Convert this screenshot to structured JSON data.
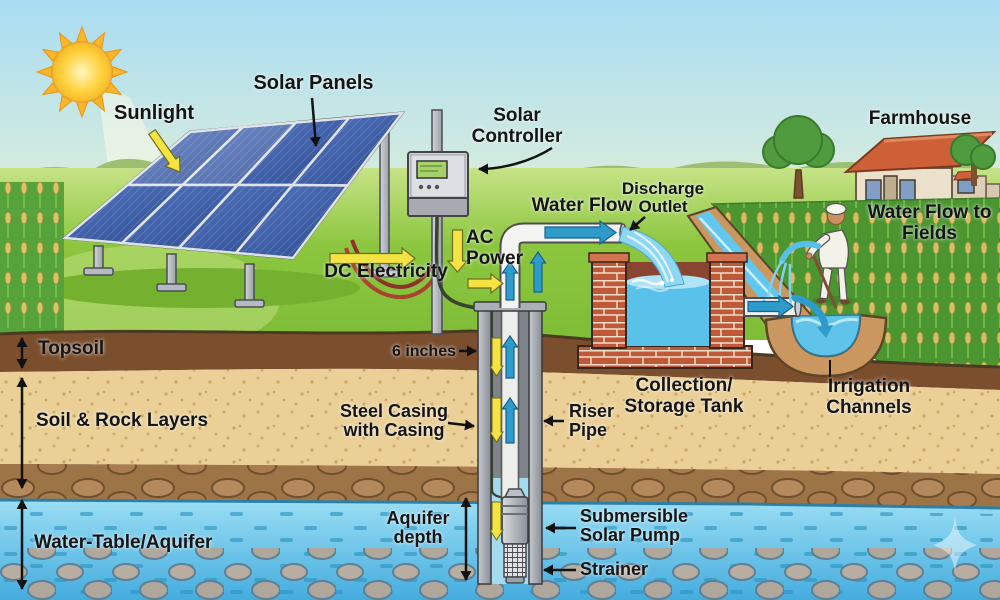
{
  "labels": {
    "sunlight": "Sunlight",
    "solar_panels": "Solar Panels",
    "solar_controller": "Solar Controller",
    "dc_electricity": "DC Electricity",
    "ac_power": "AC Power",
    "water_flow": "Water Flow",
    "discharge_outlet": "Discharge Outlet",
    "farmhouse": "Farmhouse",
    "water_flow_to_fields": "Water Flow to Fields",
    "topsoil": "Topsoil",
    "soil_rock_layers": "Soil & Rock Layers",
    "six_inches": "6 inches",
    "steel_casing": "Steel Casing with Casing",
    "riser_pipe": "Riser Pipe",
    "collection_storage_tank": "Collection/ Storage Tank",
    "irrigation_channels": "Irrigation Channels",
    "aquifer_depth": "Aquifer depth",
    "submersible_solar_pump": "Submersible Solar Pump",
    "strainer": "Strainer",
    "water_table_aquifer": "Water-Table/Aquifer"
  },
  "colors": {
    "sky_top": "#A9DCF2",
    "sky_horizon": "#F8F2CF",
    "sun": "#FFD23E",
    "grass": "#8CC63F",
    "crop_green": "#4C9632",
    "wheat_gold": "#D9C36A",
    "topsoil_brown": "#7B4F2E",
    "sand_tan": "#EAD097",
    "rock_band": "#9C7446",
    "aquifer_blue": "#5BC0E8",
    "brick_red": "#C0583A",
    "panel_blue": "#3D5FA8",
    "pipe_white": "#F3F3F1",
    "casing_gray": "#9BA0A6",
    "arrow_yellow": "#F5E342",
    "arrow_blue": "#2E9BCB",
    "label_text": "#151515"
  }
}
